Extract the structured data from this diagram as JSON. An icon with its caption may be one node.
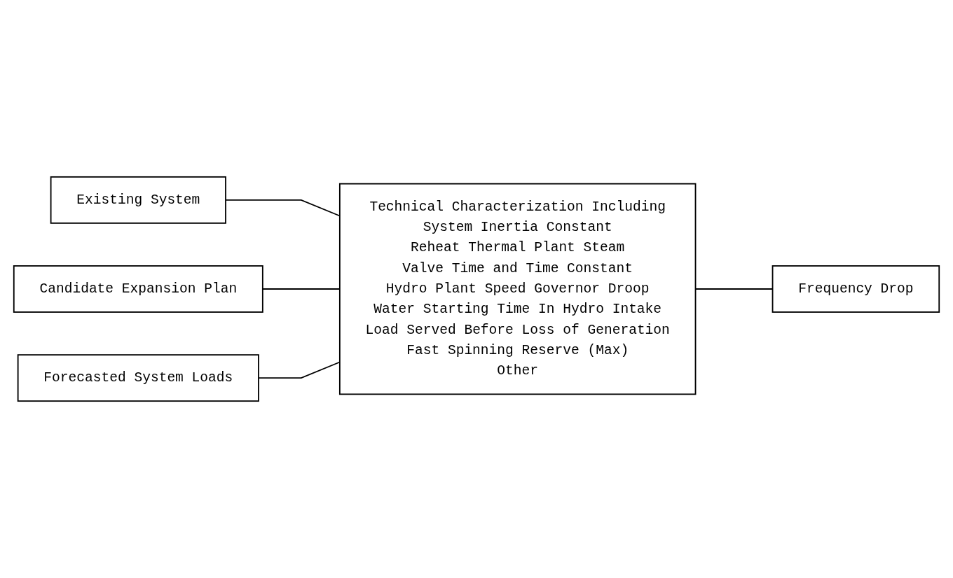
{
  "diagram": {
    "nodes": [
      {
        "text": [
          "Existing System"
        ]
      },
      {
        "text": [
          "Candidate Expansion Plan"
        ]
      },
      {
        "text": [
          "Forecasted System Loads"
        ]
      },
      {
        "text": [
          "Technical Characterization Including",
          "System Inertia Constant",
          "Reheat Thermal Plant Steam",
          "Valve Time and Time Constant",
          "Hydro Plant Speed Governor Droop",
          "Water Starting Time In Hydro Intake",
          "Load Served Before Loss of Generation",
          "Fast Spinning Reserve (Max)",
          "Other"
        ]
      },
      {
        "text": [
          "Frequency Drop"
        ]
      }
    ],
    "edges": [
      {
        "from": 0,
        "to": 3,
        "arrow": "none"
      },
      {
        "from": 1,
        "to": 3,
        "arrow": "none"
      },
      {
        "from": 2,
        "to": 3,
        "arrow": "none"
      },
      {
        "from": 3,
        "to": 4,
        "arrow": "none"
      }
    ]
  }
}
